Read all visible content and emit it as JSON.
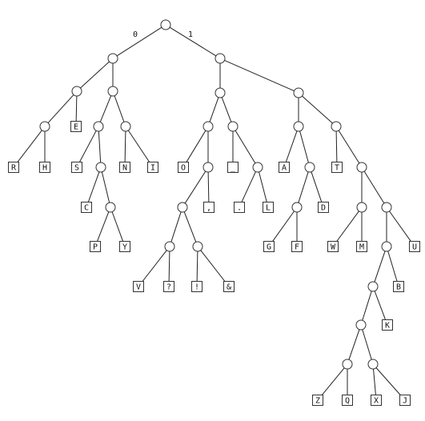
{
  "diagram": {
    "edge_labels": {
      "left": "0",
      "right": "1"
    },
    "internal_nodes": [
      "root",
      "n0",
      "n1",
      "n00",
      "n01",
      "n000",
      "n010",
      "n011",
      "n0101",
      "n10",
      "n11",
      "n100",
      "n101",
      "n1001",
      "n10010",
      "n10011",
      "n1010",
      "n110",
      "n111",
      "n1101",
      "n1111",
      "n11111",
      "n111110",
      "n1111100",
      "n11111000",
      "n111110000",
      "n111110001"
    ],
    "edges": [
      [
        "root",
        "n0"
      ],
      [
        "root",
        "n1"
      ],
      [
        "n0",
        "n00"
      ],
      [
        "n0",
        "n01"
      ],
      [
        "n00",
        "n000"
      ],
      [
        "n00",
        "leaf-E"
      ],
      [
        "n000",
        "leaf-R"
      ],
      [
        "n000",
        "leaf-H"
      ],
      [
        "n01",
        "n010"
      ],
      [
        "n01",
        "n011"
      ],
      [
        "n010",
        "leaf-S"
      ],
      [
        "n010",
        "n0101"
      ],
      [
        "n0101",
        "leaf-C"
      ],
      [
        "n0101",
        "n01011"
      ],
      [
        "n01011",
        "leaf-P"
      ],
      [
        "n01011",
        "leaf-Y"
      ],
      [
        "n011",
        "leaf-N"
      ],
      [
        "n011",
        "leaf-I"
      ],
      [
        "n1",
        "n10"
      ],
      [
        "n1",
        "n11"
      ],
      [
        "n10",
        "n100"
      ],
      [
        "n10",
        "n101"
      ],
      [
        "n100",
        "leaf-O"
      ],
      [
        "n100",
        "n1001"
      ],
      [
        "n1001",
        "n10010"
      ],
      [
        "n1001",
        "leaf-comma"
      ],
      [
        "n10010",
        "n100100"
      ],
      [
        "n10010",
        "n100101"
      ],
      [
        "n100100",
        "leaf-V"
      ],
      [
        "n100100",
        "leaf-question"
      ],
      [
        "n100101",
        "leaf-exclaim"
      ],
      [
        "n100101",
        "leaf-amp"
      ],
      [
        "n101",
        "leaf-underscore"
      ],
      [
        "n101",
        "n1010"
      ],
      [
        "n1010",
        "leaf-period"
      ],
      [
        "n1010",
        "leaf-L"
      ],
      [
        "n11",
        "n110"
      ],
      [
        "n11",
        "n111"
      ],
      [
        "n110",
        "leaf-A"
      ],
      [
        "n110",
        "n1101"
      ],
      [
        "n1101",
        "n11010"
      ],
      [
        "n1101",
        "leaf-D"
      ],
      [
        "n11010",
        "leaf-G"
      ],
      [
        "n11010",
        "leaf-F"
      ],
      [
        "n111",
        "leaf-T"
      ],
      [
        "n111",
        "n1111"
      ],
      [
        "n1111",
        "n11110"
      ],
      [
        "n1111",
        "n11111"
      ],
      [
        "n11110",
        "leaf-W"
      ],
      [
        "n11110",
        "leaf-M"
      ],
      [
        "n11111",
        "n111110"
      ],
      [
        "n11111",
        "leaf-U"
      ],
      [
        "n111110",
        "n1111100"
      ],
      [
        "n111110",
        "leaf-B"
      ],
      [
        "n1111100",
        "n11111000"
      ],
      [
        "n1111100",
        "leaf-K"
      ],
      [
        "n11111000",
        "n111110000"
      ],
      [
        "n11111000",
        "n111110001"
      ],
      [
        "n111110000",
        "leaf-Z"
      ],
      [
        "n111110000",
        "leaf-Q"
      ],
      [
        "n111110001",
        "leaf-X"
      ],
      [
        "n111110001",
        "leaf-J"
      ]
    ],
    "leaves": [
      {
        "id": "leaf-R",
        "label": "R"
      },
      {
        "id": "leaf-H",
        "label": "H"
      },
      {
        "id": "leaf-E",
        "label": "E"
      },
      {
        "id": "leaf-S",
        "label": "S"
      },
      {
        "id": "leaf-N",
        "label": "N"
      },
      {
        "id": "leaf-I",
        "label": "I"
      },
      {
        "id": "leaf-C",
        "label": "C"
      },
      {
        "id": "leaf-P",
        "label": "P"
      },
      {
        "id": "leaf-Y",
        "label": "Y"
      },
      {
        "id": "leaf-O",
        "label": "O"
      },
      {
        "id": "leaf-comma",
        "label": ","
      },
      {
        "id": "leaf-V",
        "label": "V"
      },
      {
        "id": "leaf-question",
        "label": "?"
      },
      {
        "id": "leaf-exclaim",
        "label": "!"
      },
      {
        "id": "leaf-amp",
        "label": "&"
      },
      {
        "id": "leaf-underscore",
        "label": "_"
      },
      {
        "id": "leaf-period",
        "label": "."
      },
      {
        "id": "leaf-L",
        "label": "L"
      },
      {
        "id": "leaf-A",
        "label": "A"
      },
      {
        "id": "leaf-G",
        "label": "G"
      },
      {
        "id": "leaf-F",
        "label": "F"
      },
      {
        "id": "leaf-D",
        "label": "D"
      },
      {
        "id": "leaf-T",
        "label": "T"
      },
      {
        "id": "leaf-W",
        "label": "W"
      },
      {
        "id": "leaf-M",
        "label": "M"
      },
      {
        "id": "leaf-U",
        "label": "U"
      },
      {
        "id": "leaf-B",
        "label": "B"
      },
      {
        "id": "leaf-K",
        "label": "K"
      },
      {
        "id": "leaf-Z",
        "label": "Z"
      },
      {
        "id": "leaf-Q",
        "label": "Q"
      },
      {
        "id": "leaf-X",
        "label": "X"
      },
      {
        "id": "leaf-J",
        "label": "J"
      }
    ]
  }
}
